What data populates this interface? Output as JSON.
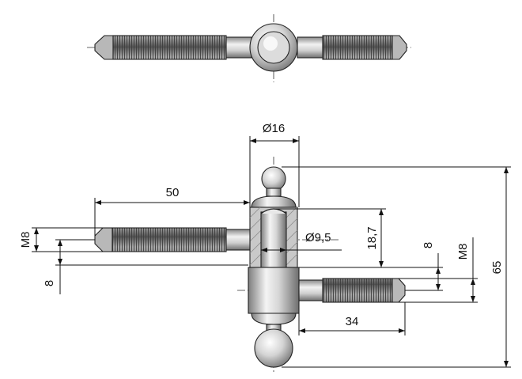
{
  "drawing": {
    "dimensions": {
      "head_diameter": "Ø16",
      "pin_diameter": "Ø9,5",
      "upper_thread_length": "50",
      "lower_thread_length": "34",
      "upper_thread_size": "M8",
      "lower_thread_size": "M8",
      "upper_offset": "8",
      "lower_offset": "8",
      "sleeve_height": "18,7",
      "overall_height": "65"
    },
    "colors": {
      "line": "#111111",
      "metal_light": "#f2f2f2",
      "metal_dark": "#8a8a8a",
      "thread": "#6f6f6f"
    }
  }
}
